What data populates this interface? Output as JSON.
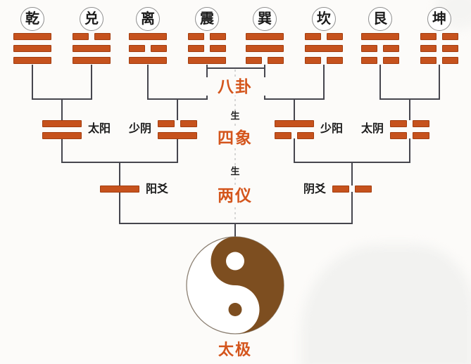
{
  "palette": {
    "background": "#fcfbf9",
    "bar_orange": "#c6521d",
    "bar_edge": "#a33d0f",
    "connector_gray": "#46464e",
    "accent_orange": "#d4551c",
    "text_black": "#1b1b1b",
    "taiji_brown": "#7d4e20",
    "circle_border": "#8f8f8f",
    "dash_gray": "#bdbdbd"
  },
  "trigrams": [
    {
      "name": "乾",
      "lines_top_to_bottom": [
        "yang",
        "yang",
        "yang"
      ]
    },
    {
      "name": "兑",
      "lines_top_to_bottom": [
        "yin",
        "yang",
        "yang"
      ]
    },
    {
      "name": "离",
      "lines_top_to_bottom": [
        "yang",
        "yin",
        "yang"
      ]
    },
    {
      "name": "震",
      "lines_top_to_bottom": [
        "yin",
        "yin",
        "yang"
      ]
    },
    {
      "name": "巽",
      "lines_top_to_bottom": [
        "yang",
        "yang",
        "yin"
      ]
    },
    {
      "name": "坎",
      "lines_top_to_bottom": [
        "yin",
        "yang",
        "yin"
      ]
    },
    {
      "name": "艮",
      "lines_top_to_bottom": [
        "yang",
        "yin",
        "yin"
      ]
    },
    {
      "name": "坤",
      "lines_top_to_bottom": [
        "yin",
        "yin",
        "yin"
      ]
    }
  ],
  "four_images": [
    {
      "name": "太阳",
      "lines_top_to_bottom": [
        "yang",
        "yang"
      ],
      "label_side": "right"
    },
    {
      "name": "少阴",
      "lines_top_to_bottom": [
        "yin",
        "yang"
      ],
      "label_side": "left"
    },
    {
      "name": "少阳",
      "lines_top_to_bottom": [
        "yang",
        "yin"
      ],
      "label_side": "right"
    },
    {
      "name": "太阴",
      "lines_top_to_bottom": [
        "yin",
        "yin"
      ],
      "label_side": "left"
    }
  ],
  "two_forms": [
    {
      "name": "阳爻",
      "line": "yang",
      "label_side": "right"
    },
    {
      "name": "阴爻",
      "line": "yin",
      "label_side": "left"
    }
  ],
  "center_column": {
    "bagua": "八卦",
    "sheng_top": "生",
    "sixiang": "四象",
    "sheng_bottom": "生",
    "liangyi": "两仪"
  },
  "taiji_label": "太极"
}
